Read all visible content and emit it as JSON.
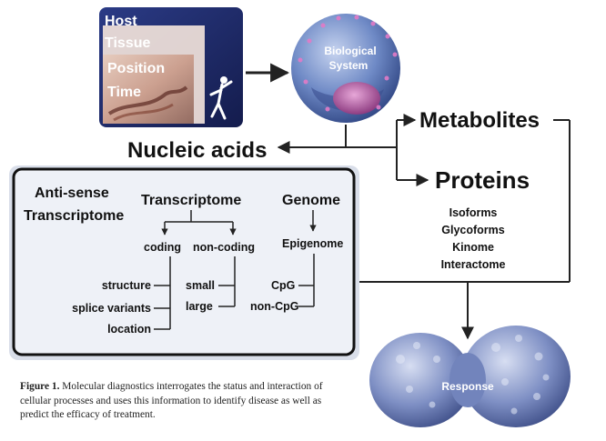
{
  "host_panel": {
    "lines": [
      "Host",
      "Tissue",
      "Position",
      "Time"
    ]
  },
  "biological_system": {
    "label_line1": "Biological",
    "label_line2": "System"
  },
  "nucleic_acids": "Nucleic acids",
  "metabolites": "Metabolites",
  "proteins": {
    "title": "Proteins",
    "items": [
      "Isoforms",
      "Glycoforms",
      "Kinome",
      "Interactome"
    ]
  },
  "panel": {
    "antisense_line1": "Anti-sense",
    "antisense_line2": "Transcriptome",
    "transcriptome": "Transcriptome",
    "coding": "coding",
    "non_coding": "non-coding",
    "coding_items": [
      "structure",
      "splice variants",
      "location"
    ],
    "noncoding_items": [
      "small",
      "large"
    ],
    "genome": "Genome",
    "epigenome": "Epigenome",
    "epigenome_items": [
      "CpG",
      "non-CpG"
    ]
  },
  "response": "Response",
  "caption": {
    "label": "Figure 1.",
    "text": " Molecular diagnostics interrogates the status and interaction of cellular processes and uses this information to identify disease as well as predict the efficacy of treatment."
  },
  "colors": {
    "host_panel_bg": "#1d2a6b",
    "cell_blue": "#5d78b8",
    "nucleus": "#b0559f",
    "panel_bg": "#eef1f7",
    "line": "#222222"
  }
}
